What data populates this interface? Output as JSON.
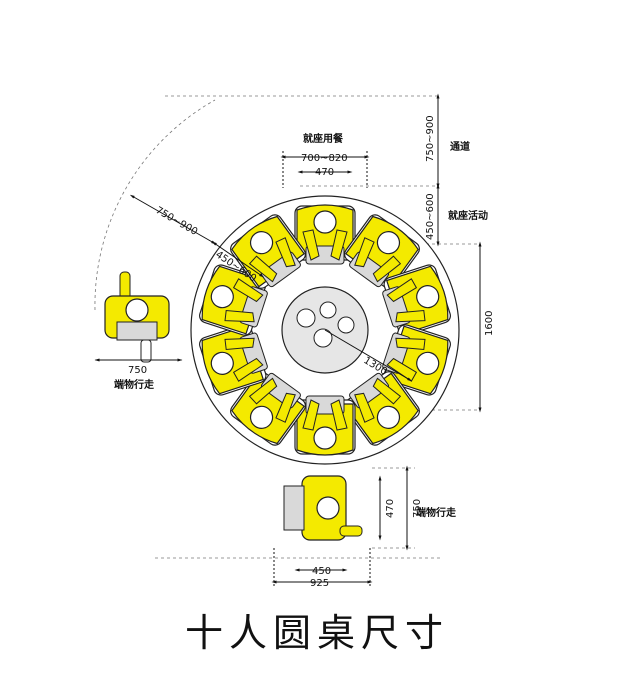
{
  "title": "十人圆桌尺寸",
  "labels": {
    "dining_seat": "就座用餐",
    "aisle": "通道",
    "seating_activity": "就座活动",
    "carry_walk_left": "端物行走",
    "carry_walk_bottom": "端物行走"
  },
  "dimensions": {
    "seat_width_range": "700~820",
    "seat_470_top": "470",
    "aisle_depth": "750~900",
    "activity_depth": "450~600",
    "diag_outer": "750~900",
    "diag_inner": "450~600",
    "table_diameter": "1300",
    "outer_height": "1600",
    "left_walk_width": "750",
    "bottom_470": "470",
    "bottom_750": "750",
    "bottom_450": "450",
    "bottom_925": "925"
  },
  "diagram": {
    "chair_count": 10,
    "chair_color": "#f4ea00",
    "body_color": "#ffffff",
    "outline_color": "#222222",
    "table_color": "#e6e6e6",
    "dish_count": 4
  }
}
